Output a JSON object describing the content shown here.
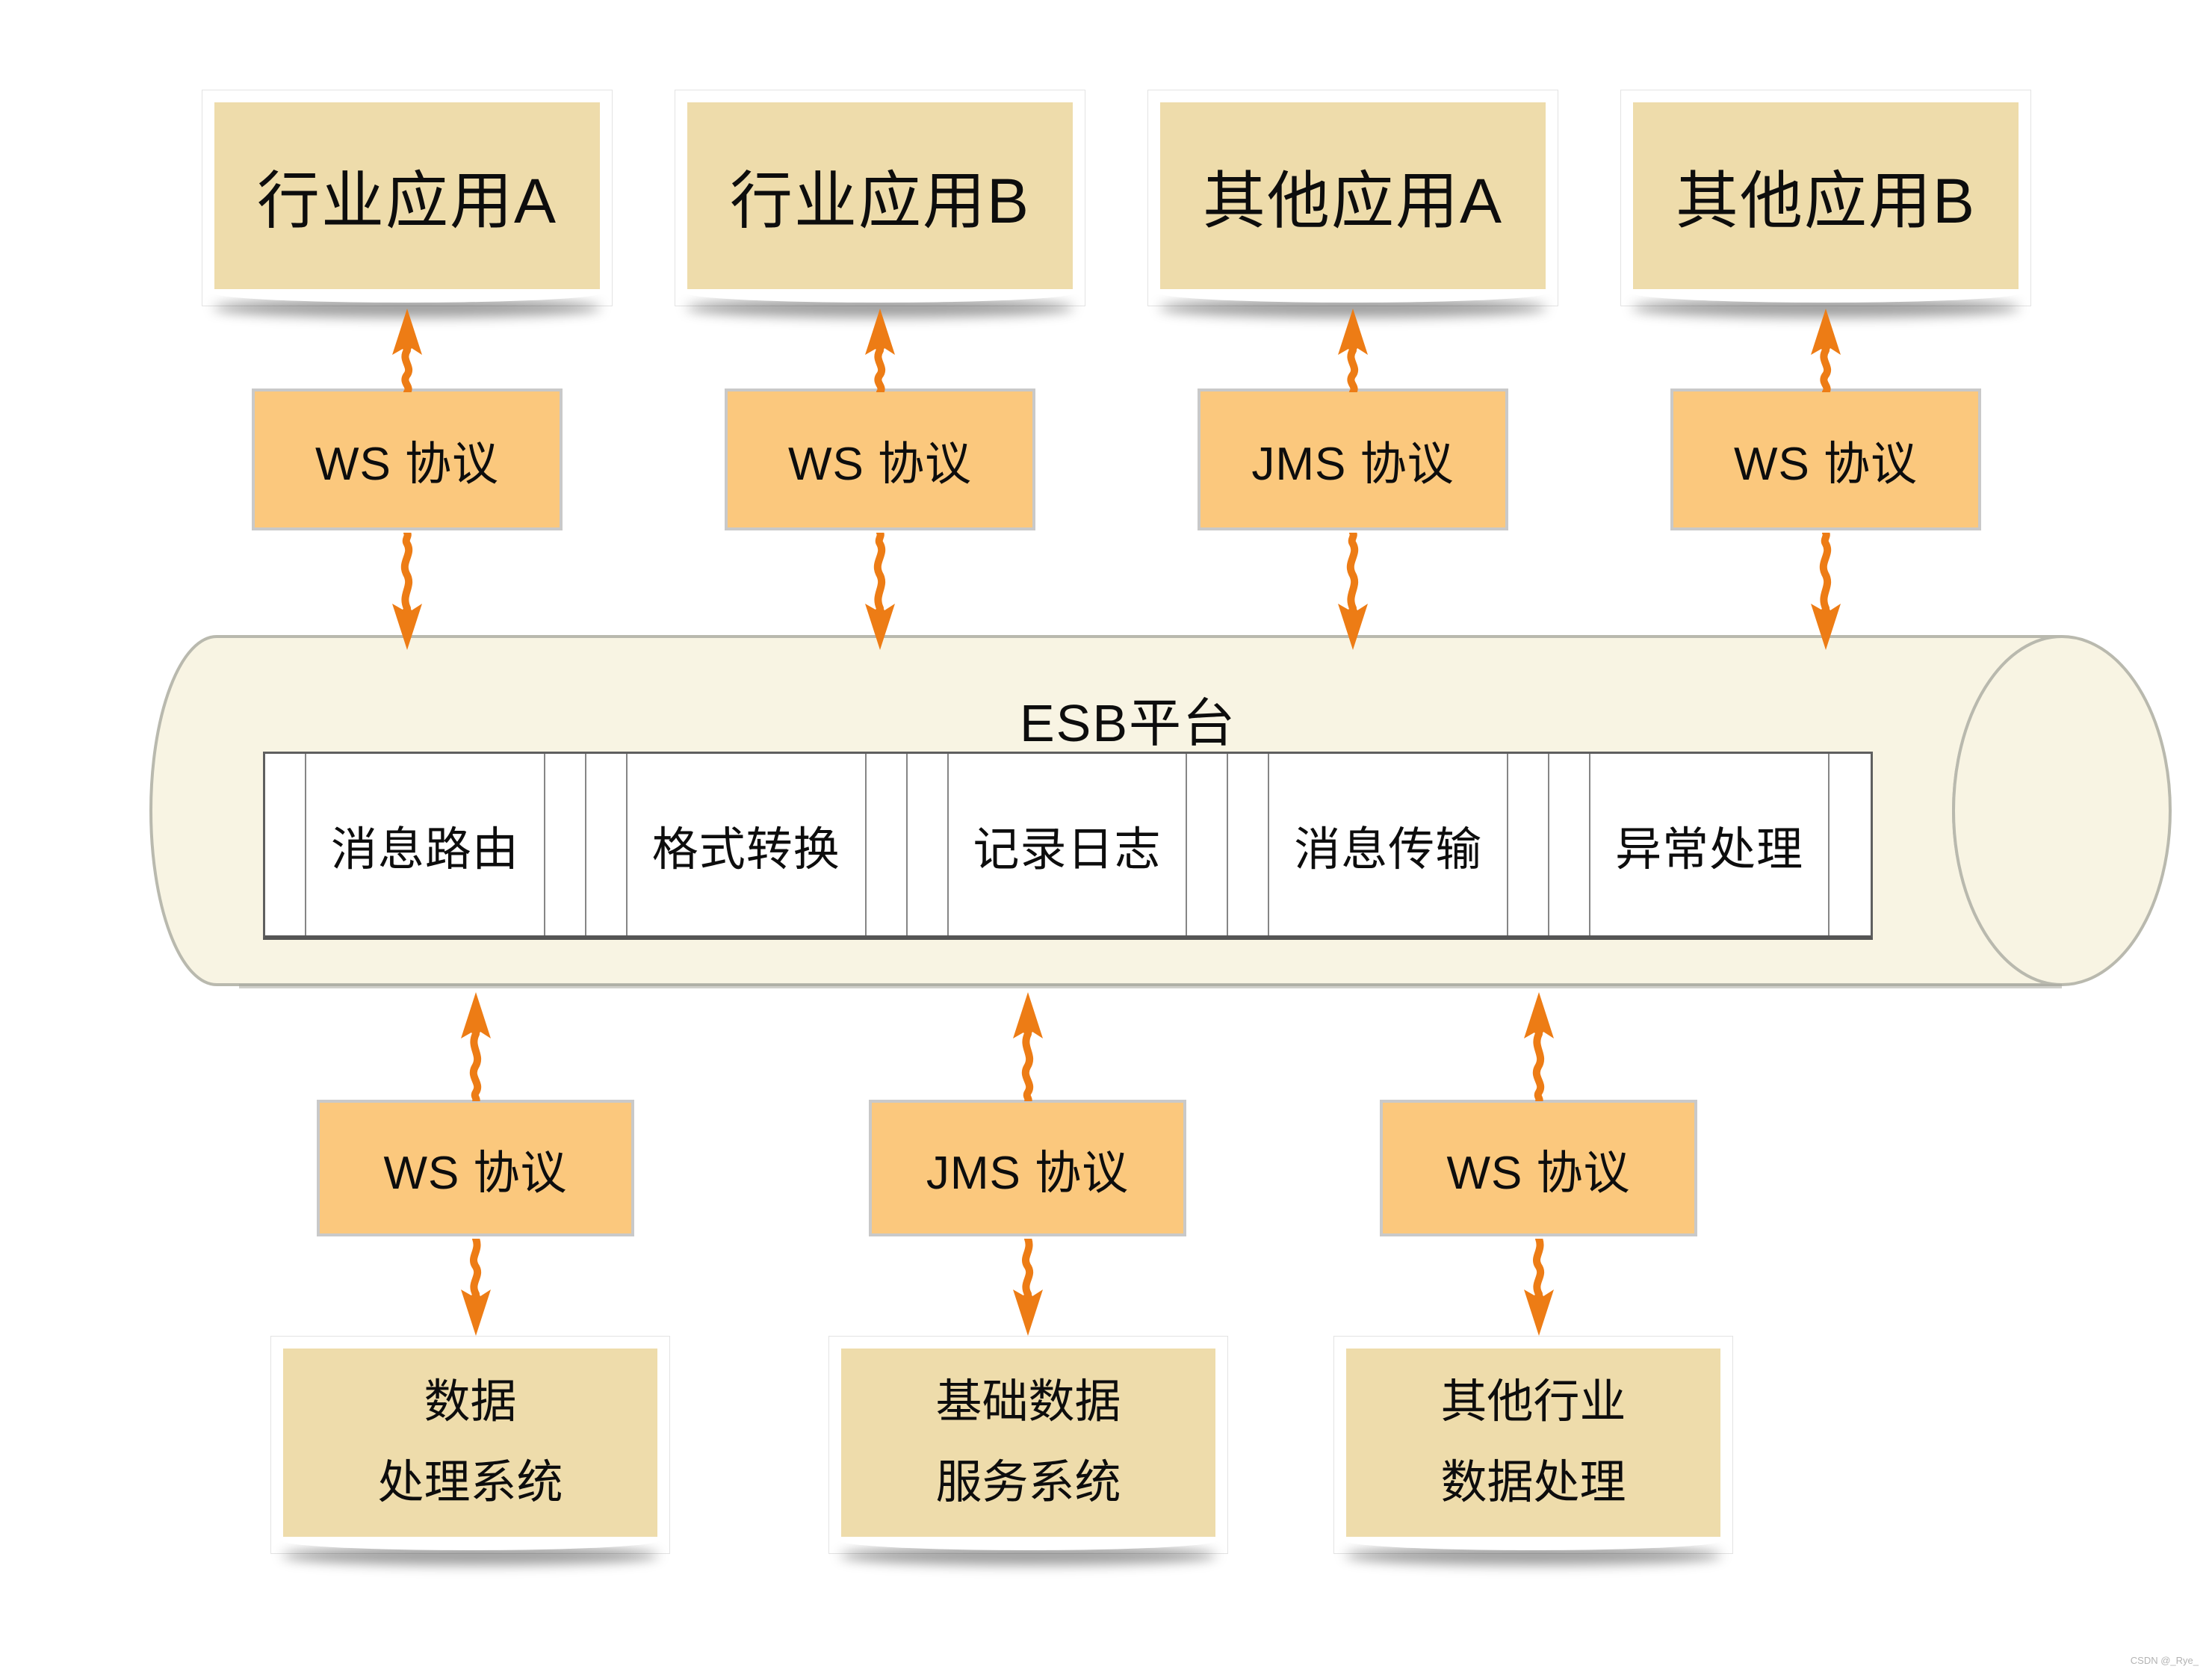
{
  "top_applications": [
    {
      "label": "行业应用A"
    },
    {
      "label": "行业应用B"
    },
    {
      "label": "其他应用A"
    },
    {
      "label": "其他应用B"
    }
  ],
  "top_protocols": [
    {
      "label": "WS 协议"
    },
    {
      "label": "WS 协议"
    },
    {
      "label": "JMS 协议"
    },
    {
      "label": "WS 协议"
    }
  ],
  "esb_platform": {
    "title": "ESB平台",
    "modules": [
      {
        "label": "消息路由"
      },
      {
        "label": "格式转换"
      },
      {
        "label": "记录日志"
      },
      {
        "label": "消息传输"
      },
      {
        "label": "异常处理"
      }
    ]
  },
  "bottom_protocols": [
    {
      "label": "WS 协议"
    },
    {
      "label": "JMS 协议"
    },
    {
      "label": "WS 协议"
    }
  ],
  "bottom_systems": [
    {
      "line1": "数据",
      "line2": "处理系统"
    },
    {
      "line1": "基础数据",
      "line2": "服务系统"
    },
    {
      "line1": "其他行业",
      "line2": "数据处理"
    }
  ],
  "watermark": "CSDN @_Rye_",
  "colors": {
    "arrow_orange": "#ed7c15",
    "app_box_fill": "#eedcab",
    "protocol_fill": "#fbc87d",
    "protocol_border": "#c9c9c9",
    "cylinder_fill": "#f8f4e3",
    "cylinder_stroke": "#b9b9ae",
    "table_border": "#5f5f5f",
    "text": "#0d0d0d"
  }
}
